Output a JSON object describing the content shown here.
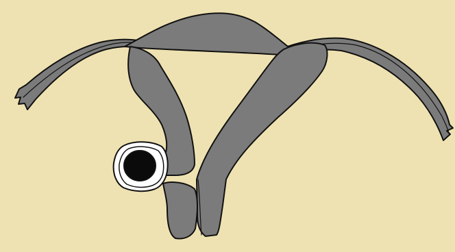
{
  "diagram": {
    "subject": "uterine-anatomy-illustration",
    "colors": {
      "background": "#efe2b2",
      "tissue": "#7b7b7b",
      "outline": "#111111",
      "cyst_ring": "#ffffff",
      "cyst_core": "#0b0b0b"
    },
    "parts": [
      "left-fallopian-tube",
      "right-fallopian-tube",
      "uterine-fundus",
      "left-uterine-horn",
      "right-uterine-horn",
      "left-cervix",
      "right-cervix",
      "cystic-lesion"
    ]
  }
}
